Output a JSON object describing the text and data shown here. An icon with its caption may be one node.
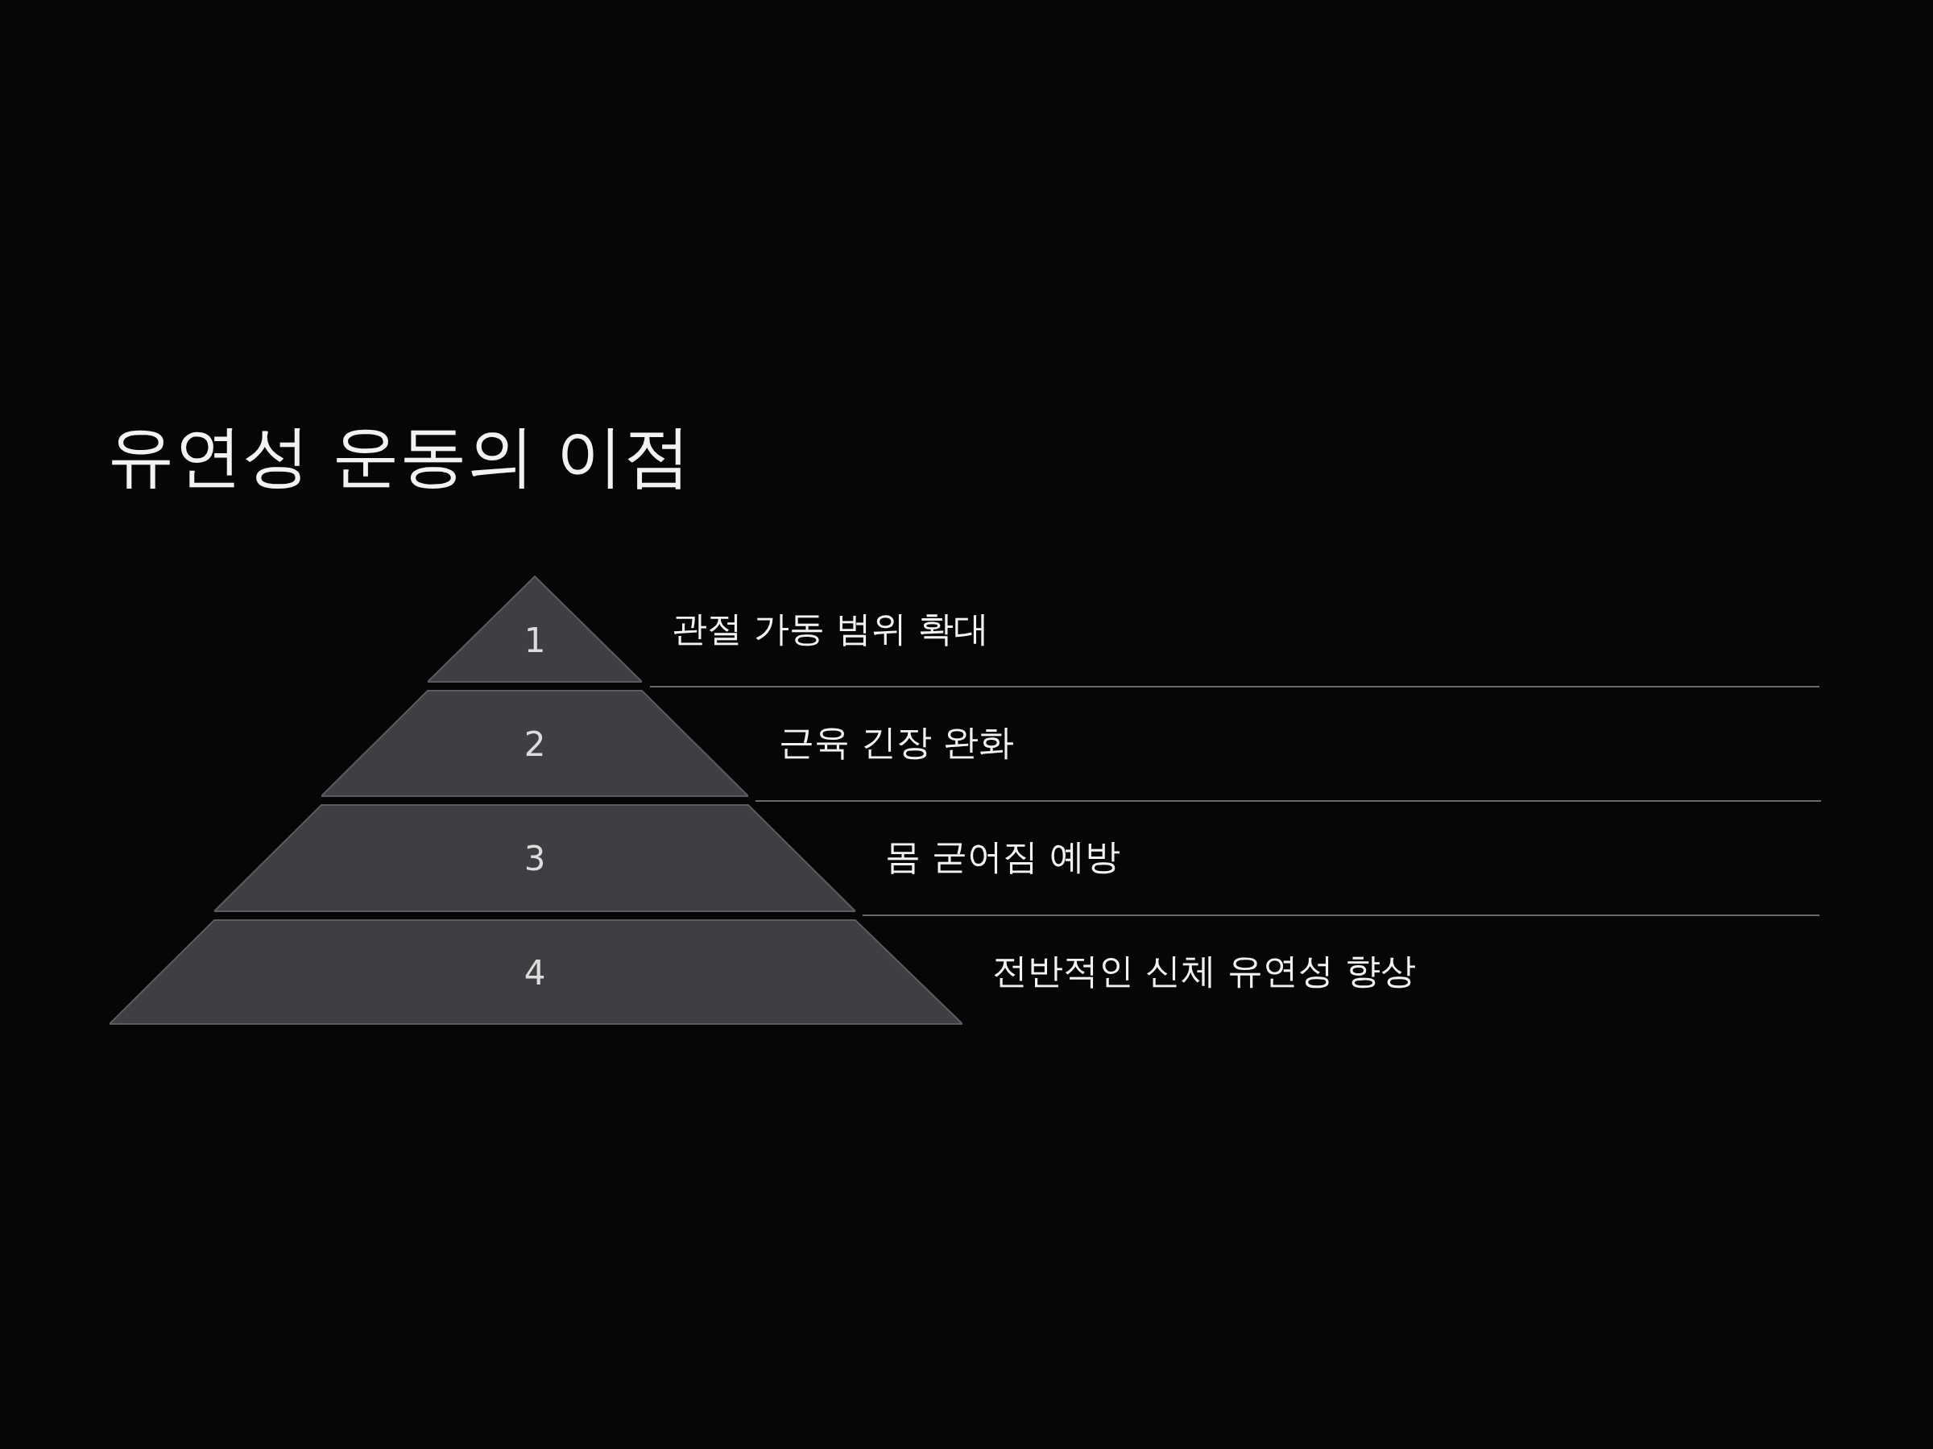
{
  "diagram": {
    "title": "유연성 운동의 이점",
    "nodes": [
      {
        "text": [
          "1"
        ],
        "beside": [
          "관절 가동 범위 확대"
        ]
      },
      {
        "text": [
          "2"
        ],
        "beside": [
          "근육 긴장 완화"
        ]
      },
      {
        "text": [
          "3"
        ],
        "beside": [
          "몸 굳어짐 예방"
        ]
      },
      {
        "text": [
          "4"
        ],
        "beside": [
          "전반적인 신체 유연성 향상"
        ]
      }
    ]
  }
}
